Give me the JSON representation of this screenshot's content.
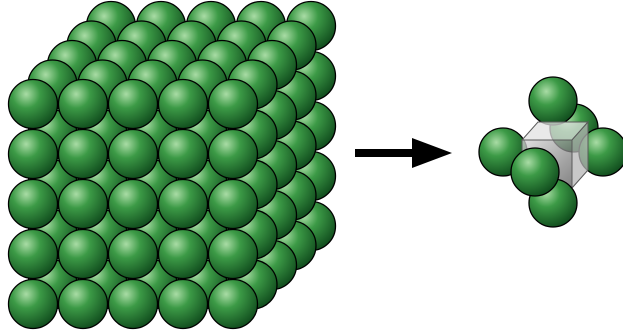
{
  "diagram": {
    "lattice": {
      "columns": 5,
      "rows": 5,
      "depth_layers": 5
    },
    "unit_cell": {
      "atoms": 6,
      "center_cube_color": "#9a9a9a"
    },
    "colors": {
      "sphere_light": "#a9dca5",
      "sphere_mid": "#3c9a46",
      "sphere_dark": "#0f4a1c",
      "sphere_outline": "#000000",
      "arrow": "#000000",
      "background": "#ffffff"
    }
  }
}
